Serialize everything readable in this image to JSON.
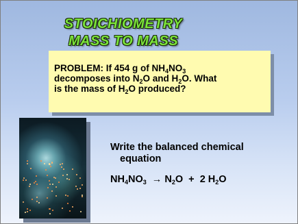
{
  "slide": {
    "title_line1": "STOICHIOMETRY",
    "title_line2": "MASS TO MASS",
    "problem": {
      "line1_a": "PROBLEM:  If 454 g of NH",
      "line1_sub1": "4",
      "line1_b": "NO",
      "line1_sub2": "3",
      "line2_a": "decomposes into N",
      "line2_sub1": "2",
      "line2_b": "O and H",
      "line2_sub2": "2",
      "line2_c": "O.  What",
      "line3_a": "is the mass of H",
      "line3_sub": "2",
      "line3_b": "O produced?"
    },
    "instruction_line1": "Write the balanced chemical",
    "instruction_line2": "equation",
    "equation": {
      "r_a": "NH",
      "r_sub1": "4",
      "r_b": "NO",
      "r_sub2": "3",
      "arrow": "→",
      "p1_a": "N",
      "p1_sub": "2",
      "p1_b": "O",
      "plus": "+",
      "p2_a": "2 H",
      "p2_sub": "2",
      "p2_b": "O"
    },
    "photo_icon": "explosion-photo"
  }
}
